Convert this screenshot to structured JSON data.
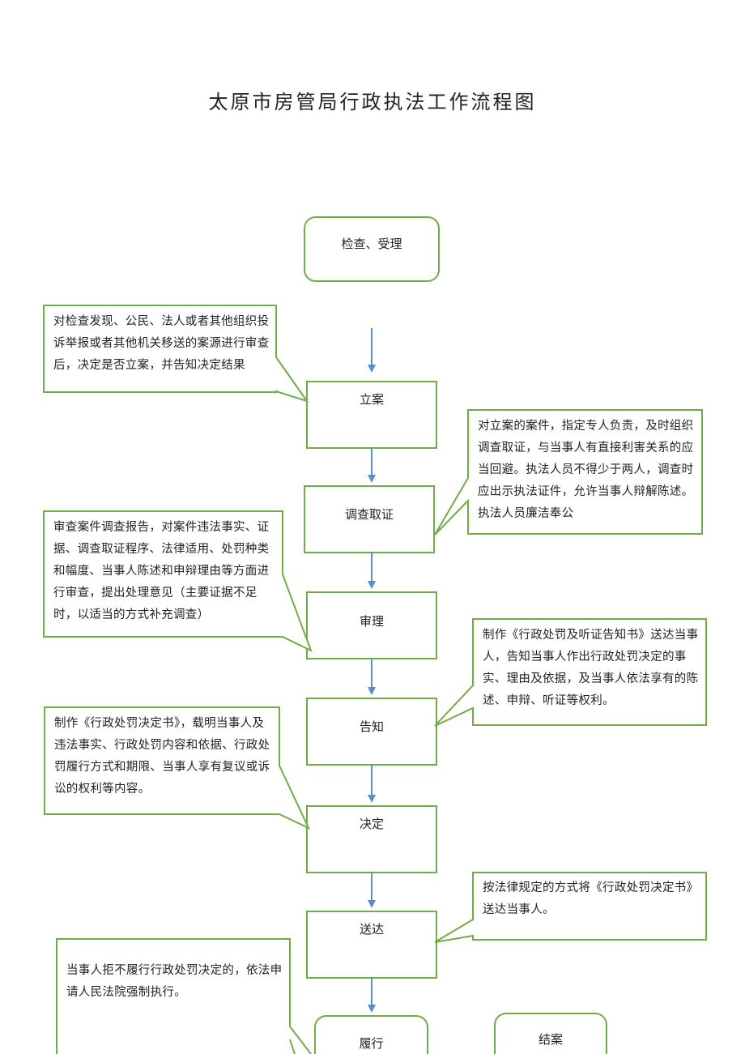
{
  "title": "太原市房管局行政执法工作流程图",
  "colors": {
    "box_border": "#70ad47",
    "arrow": "#5b8fc7"
  },
  "steps": [
    "检查、受理",
    "立案",
    "调查取证",
    "审理",
    "告知",
    "决定",
    "送达",
    "履行",
    "结案"
  ],
  "notes": {
    "filing": "对检查发现、公民、法人或者其他组织投诉举报或者其他机关移送的案源进行审查后，决定是否立案，并告知决定结果",
    "investigation": "对立案的案件，指定专人负责，及时组织调查取证，与当事人有直接利害关系的应当回避。执法人员不得少于两人，调查时应出示执法证件，允许当事人辩解陈述。执法人员廉洁奉公",
    "review": "审查案件调查报告，对案件违法事实、证据、调查取证程序、法律适用、处罚种类和幅度、当事人陈述和申辩理由等方面进行审查，提出处理意见（主要证据不足时，以适当的方式补充调查）",
    "notice": "制作《行政处罚及听证告知书》送达当事人，告知当事人作出行政处罚决定的事实、理由及依据，及当事人依法享有的陈述、申辩、听证等权利。",
    "decision": "制作《行政处罚决定书》，载明当事人及违法事实、行政处罚内容和依据、行政处罚履行方式和期限、当事人享有复议或诉讼的权利等内容。",
    "delivery": "按法律规定的方式将《行政处罚决定书》送达当事人。",
    "enforcement": "当事人拒不履行行政处罚决定的，依法申请人民法院强制执行。"
  }
}
